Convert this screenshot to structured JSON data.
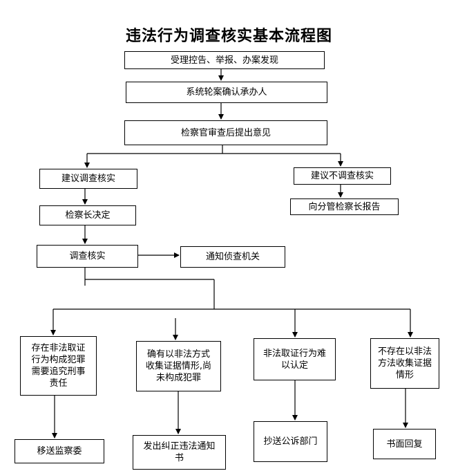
{
  "title": "违法行为调查核实基本流程图",
  "nodes": {
    "receive": "受理控告、举报、办案发现",
    "assign": "系统轮案确认承办人",
    "review": "检察官审查后提出意见",
    "suggest_investigate": "建议调查核实",
    "suggest_not_investigate": "建议不调查核实",
    "chief_decide": "检察长决定",
    "report_chief": "向分管检察长报告",
    "investigate": "调查核实",
    "notify_police": "通知侦查机关",
    "case_crime": "存在非法取证\n行为构成犯罪\n需要追究刑事\n责任",
    "case_illegal": "确有以非法方式\n收集证据情形,尚\n未构成犯罪",
    "case_hard": "非法取证行为难\n以认定",
    "case_none": "不存在以非法\n方法收集证据\n情形",
    "transfer_supervision": "移送监察委",
    "issue_correction": "发出纠正违法通知\n书",
    "copy_prosecution": "抄送公诉部门",
    "written_reply": "书面回复"
  }
}
